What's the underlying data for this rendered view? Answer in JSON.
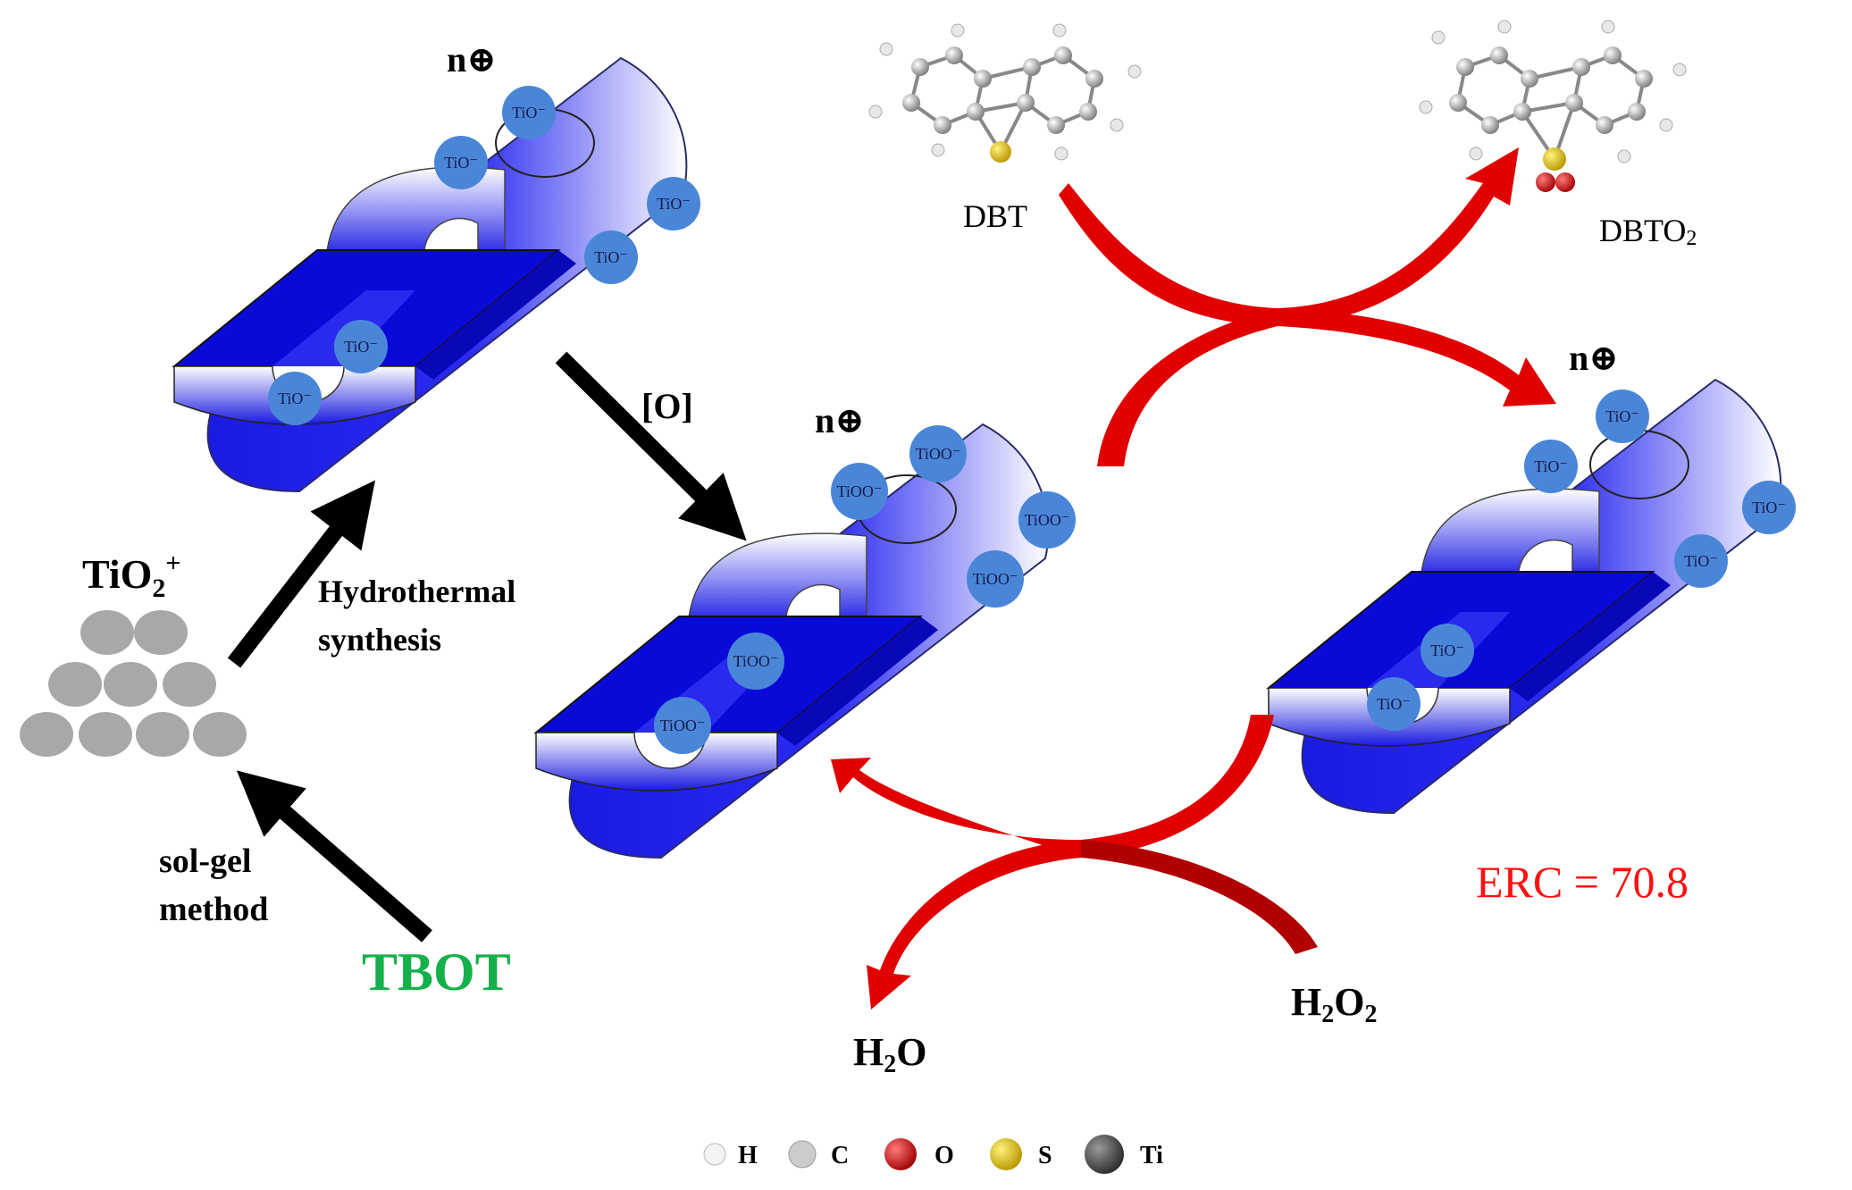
{
  "labels": {
    "n_plus_1": "n⊕",
    "n_plus_2": "n⊕",
    "n_plus_3": "n⊕",
    "oxidant": "[O]",
    "tio2_main": "TiO",
    "tio2_sub": "2",
    "tio2_sup": "+",
    "hydrothermal_1": "Hydrothermal",
    "hydrothermal_2": "synthesis",
    "solgel_1": "sol-gel",
    "solgel_2": "method",
    "tbot": "TBOT",
    "dbt": "DBT",
    "dbto2_main": "DBTO",
    "dbto2_sub": "2",
    "h2o_h": "H",
    "h2o_sub": "2",
    "h2o_o": "O",
    "h2o2_h": "H",
    "h2o2_sub1": "2",
    "h2o2_o": "O",
    "h2o2_sub2": "2",
    "erc": "ERC = 70.8"
  },
  "cylinders": {
    "left": [
      "TiO⁻",
      "TiO⁻",
      "TiO⁻",
      "TiO⁻",
      "TiO⁻",
      "TiO⁻"
    ],
    "middle": [
      "TiOO⁻",
      "TiOO⁻",
      "TiOO⁻",
      "TiOO⁻",
      "TiOO⁻",
      "TiOO⁻"
    ],
    "right": [
      "TiO⁻",
      "TiO⁻",
      "TiO⁻",
      "TiO⁻",
      "TiO⁻",
      "TiO⁻"
    ]
  },
  "legend": [
    {
      "symbol": "H",
      "color": "#f2f2f2"
    },
    {
      "symbol": "C",
      "color": "#c8c8c8"
    },
    {
      "symbol": "O",
      "color": "#e01010"
    },
    {
      "symbol": "S",
      "color": "#e0c000"
    },
    {
      "symbol": "Ti",
      "color": "#555555"
    }
  ],
  "colors": {
    "tube_blue": "#1010e8",
    "badge": "#4a86d8",
    "red_arrow": "#e00000",
    "tbot_green": "#16b04a",
    "erc_red": "#ff1010"
  }
}
